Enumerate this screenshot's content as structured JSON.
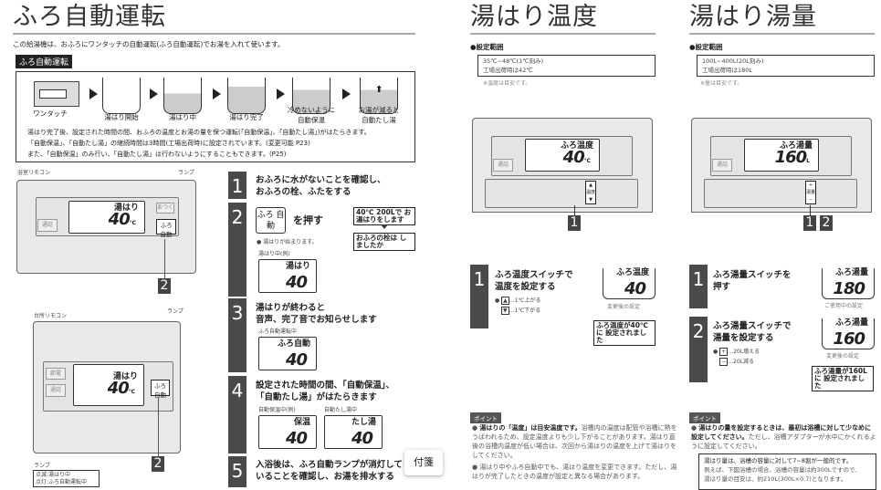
{
  "left": {
    "title": "ふろ自動運転",
    "intro": "この給湯機は、おふろにワンタッチの自動運転(ふろ自動運転)でお湯を入れて使います。",
    "section_label": "ふろ自動運転",
    "flow": [
      "ワンタッチ",
      "湯はり開始",
      "湯はり中",
      "湯はり完了",
      "冷めないように 自動保温",
      "お湯が減ると 自動たし湯"
    ],
    "para": [
      "湯はり完了後、設定された時間の間、おふろの温度とお湯の量を保つ運転(「自動保温」、「自動たし湯」)がはたらきます。",
      "「自動保温」、「自動たし湯」の継続時間は3時間(工場出荷時)に設定されています。(変更可能 P23)",
      "また、「自動保温」のみ行い、「自動たし湯」は行わないようにすることもできます。(P25)"
    ],
    "bath_remote": {
      "label": "浴室リモコン",
      "lamp": "ランプ",
      "display_label": "湯はり",
      "display_value": "40",
      "unit": "℃",
      "call": "通話",
      "furo": "ふろ 自動",
      "atsuku": "あつく",
      "badge": "2"
    },
    "kitchen_remote": {
      "label": "台所リモコン",
      "lamp": "ランプ",
      "display_label": "湯はり",
      "display_value": "40",
      "unit": "℃",
      "eco": "節電",
      "call": "通話",
      "furo": "ふろ 自動",
      "badge": "2"
    },
    "lamp_legend": {
      "title": "ランプ",
      "lines": [
        "点滅:湯はり中",
        "点灯:ふろ自動運転中"
      ]
    },
    "steps": [
      {
        "num": "1",
        "text": [
          "おふろに水がないことを確認し、",
          "おふろの栓、ふたをする"
        ]
      },
      {
        "num": "2",
        "button": "ふろ 自動",
        "text": "を押す",
        "note": "● 湯はりが始まります。",
        "display_caption": "湯はり中(例)",
        "display_label": "湯はり",
        "display_value": "40",
        "msg1": "40℃ 200Lで お湯はりをします",
        "msg2": "おふろの栓は しましたか"
      },
      {
        "num": "3",
        "text": [
          "湯はりが終わると",
          "音声、完了音でお知らせします"
        ],
        "display_caption": "ふろ自動運転中",
        "display_label": "ふろ自動",
        "display_value": "40"
      },
      {
        "num": "4",
        "text": [
          "設定された時間の間、「自動保温」、",
          "「自動たし湯」がはたらきます"
        ],
        "displays": [
          {
            "caption": "自動保温中(例)",
            "label": "保温",
            "value": "40"
          },
          {
            "caption": "自動たし湯中",
            "label": "たし湯",
            "value": "40"
          }
        ]
      },
      {
        "num": "5",
        "text": [
          "入浴後は、ふろ自動ランプが消灯して",
          "いることを確認し、お湯を排水する"
        ]
      }
    ],
    "sticky_button": "付箋"
  },
  "temp": {
    "title": "湯はり温度",
    "range_label": "●設定範囲",
    "range": [
      "35℃~48℃(1℃刻み)",
      "工場出荷時は42℃"
    ],
    "note": "※温度は目安です。",
    "remote": {
      "display_label": "ふろ温度",
      "display_value": "40",
      "unit": "℃",
      "call": "通話",
      "badge": "1",
      "key_label": "温度"
    },
    "step": {
      "num": "1",
      "text": [
        "ふろ温度スイッチで",
        "温度を設定する"
      ],
      "up": "…1℃上がる",
      "down": "…1℃下がる",
      "display_label": "ふろ温度",
      "display_value": "40",
      "caption": "変更後の設定",
      "msg": "ふろ温度が40℃に 設定されました"
    },
    "point_label": "ポイント",
    "points": [
      {
        "bold": "湯はりの「温度」は目安温度です。",
        "rest": "浴槽内の温度は配管や浴槽に熱をうばわれるため、設定温度よりも少し下がることがあります。湯はり直後の浴槽内温度が低い場合は、次回から湯はりの温度を上げて湯はりをしてください。"
      },
      {
        "bold": "",
        "rest": "湯はり中やふろ自動中でも、湯はり温度を変更できます。ただし、湯はりが完了したときの温度が設定と異なる場合があります。"
      }
    ]
  },
  "volume": {
    "title": "湯はり湯量",
    "range_label": "●設定範囲",
    "range": [
      "100L~400L(20L刻み)",
      "工場出荷時は180L"
    ],
    "note": "※量は目安です。",
    "remote": {
      "display_label": "ふろ湯量",
      "display_value": "160",
      "unit": "L",
      "call": "通話",
      "badge1": "1",
      "badge2": "2",
      "key_label": "湯量"
    },
    "steps": [
      {
        "num": "1",
        "text": [
          "ふろ湯量スイッチを",
          "押す"
        ],
        "display_label": "ふろ湯量",
        "display_value": "180",
        "caption": "ご使用中の設定"
      },
      {
        "num": "2",
        "text": [
          "ふろ湯量スイッチで",
          "湯量を設定する"
        ],
        "up": "…20L増える",
        "down": "…20L減る",
        "display_label": "ふろ湯量",
        "display_value": "160",
        "caption": "変更後の設定",
        "msg": "ふろ湯量が160Lに 設定されました"
      }
    ],
    "point_label": "ポイント",
    "point": {
      "bold": "湯はりの量を設定するときは、最初は浴槽に対して少なめに設定してください。",
      "rest": "ただし、浴槽アダプターが水中にかくれるように設定してください。"
    },
    "box": [
      "湯はり量は、浴槽の容量に対して7~8割が一般的です。",
      "例えば、下図浴槽の場合、浴槽の容量は約300Lですので、",
      "湯はり量の目安は、約210L(300L×0.7)となります。"
    ]
  }
}
